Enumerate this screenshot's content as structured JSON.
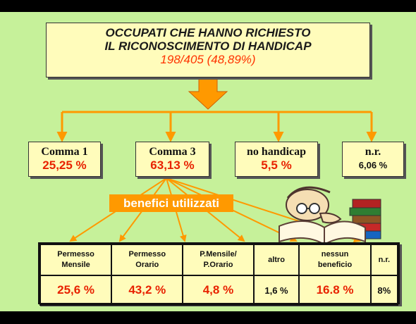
{
  "title": {
    "line1": "OCCUPATI CHE HANNO RICHIESTO",
    "line2": "IL RICONOSCIMENTO DI HANDICAP",
    "stat": "198/405   (48,89%)"
  },
  "categories": [
    {
      "name": "Comma 1",
      "value": "25,25 %"
    },
    {
      "name": "Comma 3",
      "value": "63,13 %"
    },
    {
      "name": "no handicap",
      "value": "5,5 %"
    },
    {
      "name": "n.r.",
      "value": "6,06 %"
    }
  ],
  "benefici_label": "benefici utilizzati",
  "benefits": {
    "headers": [
      [
        "Permesso",
        "Mensile"
      ],
      [
        "Permesso",
        "Orario"
      ],
      [
        "P.Mensile/",
        "P.Orario"
      ],
      [
        "altro"
      ],
      [
        "nessun",
        "beneficio"
      ],
      [
        "n.r."
      ]
    ],
    "values": [
      "25,6 %",
      "43,2 %",
      "4,8 %",
      "1,6 %",
      "16.8 %",
      "8%"
    ]
  },
  "colors": {
    "background": "#c6f19a",
    "box_fill": "#fffcbb",
    "arrow": "#ff9900",
    "highlight_text": "#e82200"
  }
}
